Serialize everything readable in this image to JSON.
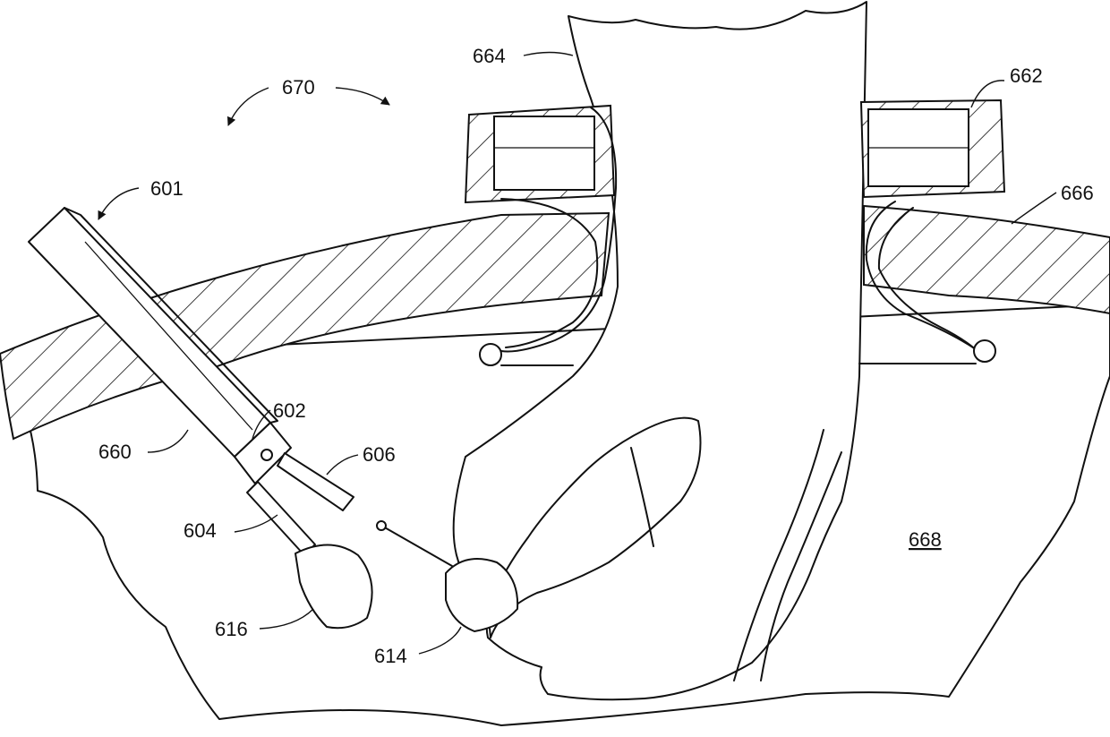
{
  "figure": {
    "labels": {
      "l601": "601",
      "l602": "602",
      "l604": "604",
      "l606": "606",
      "l614": "614",
      "l616": "616",
      "l660": "660",
      "l662": "662",
      "l664": "664",
      "l666": "666",
      "l668": "668",
      "l670": "670"
    }
  }
}
